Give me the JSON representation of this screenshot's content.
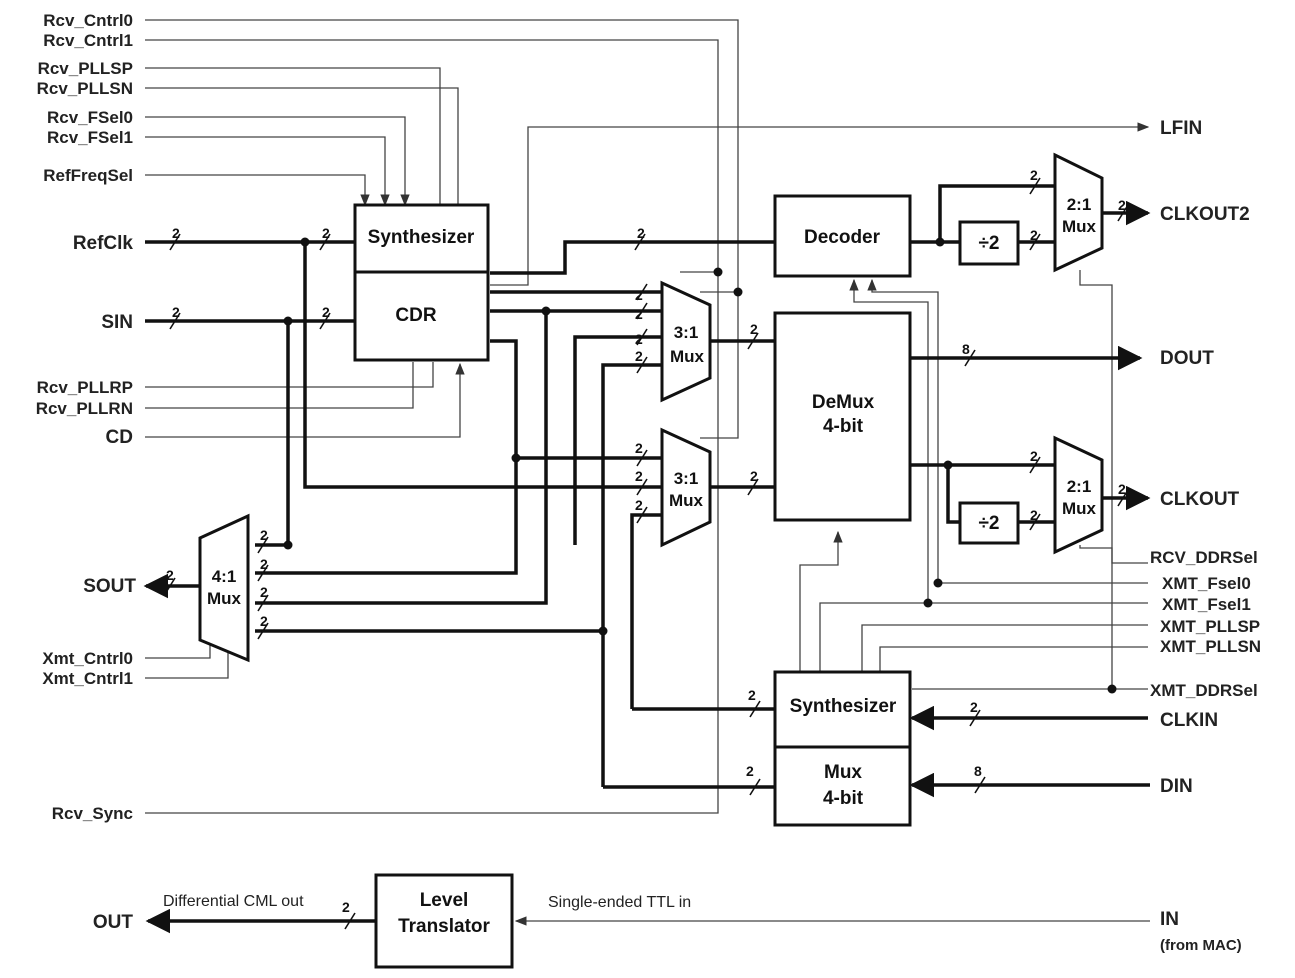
{
  "left_inputs": {
    "rcv_cntrl0": "Rcv_Cntrl0",
    "rcv_cntrl1": "Rcv_Cntrl1",
    "rcv_pllsp": "Rcv_PLLSP",
    "rcv_pllsn": "Rcv_PLLSN",
    "rcv_fsel0": "Rcv_FSel0",
    "rcv_fsel1": "Rcv_FSel1",
    "refreqsel": "RefFreqSel",
    "refclk": "RefClk",
    "sin": "SIN",
    "rcv_pllrp": "Rcv_PLLRP",
    "rcv_pllrn": "Rcv_PLLRN",
    "cd": "CD",
    "sout": "SOUT",
    "xmt_cntrl0": "Xmt_Cntrl0",
    "xmt_cntrl1": "Xmt_Cntrl1",
    "rcv_sync": "Rcv_Sync",
    "out": "OUT"
  },
  "right_signals": {
    "lfin": "LFIN",
    "clkout2": "CLKOUT2",
    "dout": "DOUT",
    "clkout": "CLKOUT",
    "rcv_ddrsel": "RCV_DDRSel",
    "xmt_fsel0": "XMT_Fsel0",
    "xmt_fsel1": "XMT_Fsel1",
    "xmt_pllsp": "XMT_PLLSP",
    "xmt_pllsn": "XMT_PLLSN",
    "xmt_ddrsel": "XMT_DDRSel",
    "clkin": "CLKIN",
    "din": "DIN",
    "in": "IN",
    "in_note": "(from MAC)"
  },
  "blocks": {
    "rx_synth": "Synthesizer",
    "cdr": "CDR",
    "decoder": "Decoder",
    "div2": "÷2",
    "demux_line1": "DeMux",
    "demux_line2": "4-bit",
    "tx_synth": "Synthesizer",
    "mux4_line1": "Mux",
    "mux4_line2": "4-bit",
    "level_line1": "Level",
    "level_line2": "Translator"
  },
  "muxes": {
    "mux_2to1": "2:1",
    "mux_3to1": "3:1",
    "mux_4to1": "4:1",
    "mux_word": "Mux"
  },
  "bus_widths": {
    "two": "2",
    "eight": "8"
  },
  "notes": {
    "cml_out": "Differential CML out",
    "ttl_in": "Single-ended TTL in"
  }
}
